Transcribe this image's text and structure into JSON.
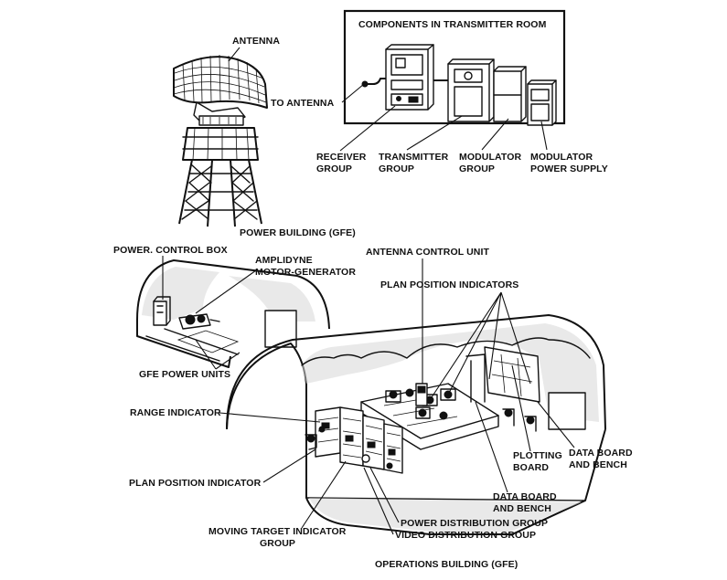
{
  "labels": {
    "antenna": "ANTENNA",
    "components_title": "COMPONENTS IN TRANSMITTER ROOM",
    "to_antenna": "TO ANTENNA",
    "receiver_group_1": "RECEIVER",
    "receiver_group_2": "GROUP",
    "transmitter_group_1": "TRANSMITTER",
    "transmitter_group_2": "GROUP",
    "modulator_group_1": "MODULATOR",
    "modulator_group_2": "GROUP",
    "modulator_power_supply_1": "MODULATOR",
    "modulator_power_supply_2": "POWER SUPPLY",
    "power_building": "POWER BUILDING (GFE)",
    "power_control_box": "POWER. CONTROL BOX",
    "amplidyne_1": "AMPLIDYNE",
    "amplidyne_2": "MOTOR-GENERATOR",
    "antenna_control_unit": "ANTENNA CONTROL UNIT",
    "plan_position_indicators": "PLAN POSITION INDICATORS",
    "gfe_power_units": "GFE POWER UNITS",
    "range_indicator": "RANGE INDICATOR",
    "plotting_board_1": "PLOTTING",
    "plotting_board_2": "BOARD",
    "data_board_bench_right_1": "DATA BOARD",
    "data_board_bench_right_2": "AND BENCH",
    "plan_position_indicator": "PLAN POSITION INDICATOR",
    "data_board_bench_mid_1": "DATA BOARD",
    "data_board_bench_mid_2": "AND BENCH",
    "power_distribution_group": "POWER DISTRIBUTION GROUP",
    "moving_target_1": "MOVING TARGET INDICATOR",
    "moving_target_2": "GROUP",
    "video_distribution_group": "VIDEO DISTRIBUTION GROUP",
    "operations_building": "OPERATIONS BUILDING (GFE)"
  }
}
